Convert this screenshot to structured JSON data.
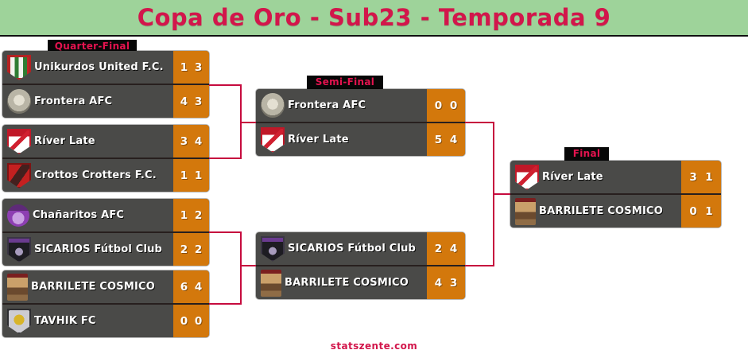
{
  "header": {
    "title": "Copa de Oro - Sub23 - Temporada 9"
  },
  "footer": {
    "site": "statszente.com"
  },
  "colors": {
    "header_green": "#9ed39a",
    "title_red": "#d2164b",
    "box_gray": "#4a4a48",
    "score_orange": "#d3780c",
    "connector_red": "#c60b3e",
    "label_red": "#e4134f",
    "label_chip_black": "#070707",
    "text_white": "#ffffff"
  },
  "bracket": {
    "rounds": [
      {
        "label": "Quarter-Final",
        "matches": [
          {
            "teams": [
              {
                "name": "Unikurdos United F.C.",
                "logo": "unikurdos-crest",
                "scores": [
                  "1",
                  "3"
                ]
              },
              {
                "name": "Frontera AFC",
                "logo": "frontera-crest",
                "scores": [
                  "4",
                  "3"
                ]
              }
            ]
          },
          {
            "teams": [
              {
                "name": "Ríver Late",
                "logo": "river-late-crest",
                "scores": [
                  "3",
                  "4"
                ]
              },
              {
                "name": "Crottos Crotters F.C.",
                "logo": "crottos-crest",
                "scores": [
                  "1",
                  "1"
                ]
              }
            ]
          },
          {
            "teams": [
              {
                "name": "Chañaritos AFC",
                "logo": "chanaritos-crest",
                "scores": [
                  "1",
                  "2"
                ]
              },
              {
                "name": "SICARIOS Fútbol Club",
                "logo": "sicarios-crest",
                "scores": [
                  "2",
                  "2"
                ]
              }
            ]
          },
          {
            "teams": [
              {
                "name": "BARRILETE COSMICO",
                "logo": "barrilete-crest",
                "scores": [
                  "6",
                  "4"
                ]
              },
              {
                "name": "TAVHIK FC",
                "logo": "tavhik-crest",
                "scores": [
                  "0",
                  "0"
                ]
              }
            ]
          }
        ]
      },
      {
        "label": "Semi-Final",
        "matches": [
          {
            "teams": [
              {
                "name": "Frontera AFC",
                "logo": "frontera-crest",
                "scores": [
                  "0",
                  "0"
                ]
              },
              {
                "name": "Ríver Late",
                "logo": "river-late-crest",
                "scores": [
                  "5",
                  "4"
                ]
              }
            ]
          },
          {
            "teams": [
              {
                "name": "SICARIOS Fútbol Club",
                "logo": "sicarios-crest",
                "scores": [
                  "2",
                  "4"
                ]
              },
              {
                "name": "BARRILETE COSMICO",
                "logo": "barrilete-crest",
                "scores": [
                  "4",
                  "3"
                ]
              }
            ]
          }
        ]
      },
      {
        "label": "Final",
        "matches": [
          {
            "teams": [
              {
                "name": "Ríver Late",
                "logo": "river-late-crest",
                "scores": [
                  "3",
                  "1"
                ]
              },
              {
                "name": "BARRILETE COSMICO",
                "logo": "barrilete-crest",
                "scores": [
                  "0",
                  "1"
                ]
              }
            ]
          }
        ]
      }
    ]
  }
}
